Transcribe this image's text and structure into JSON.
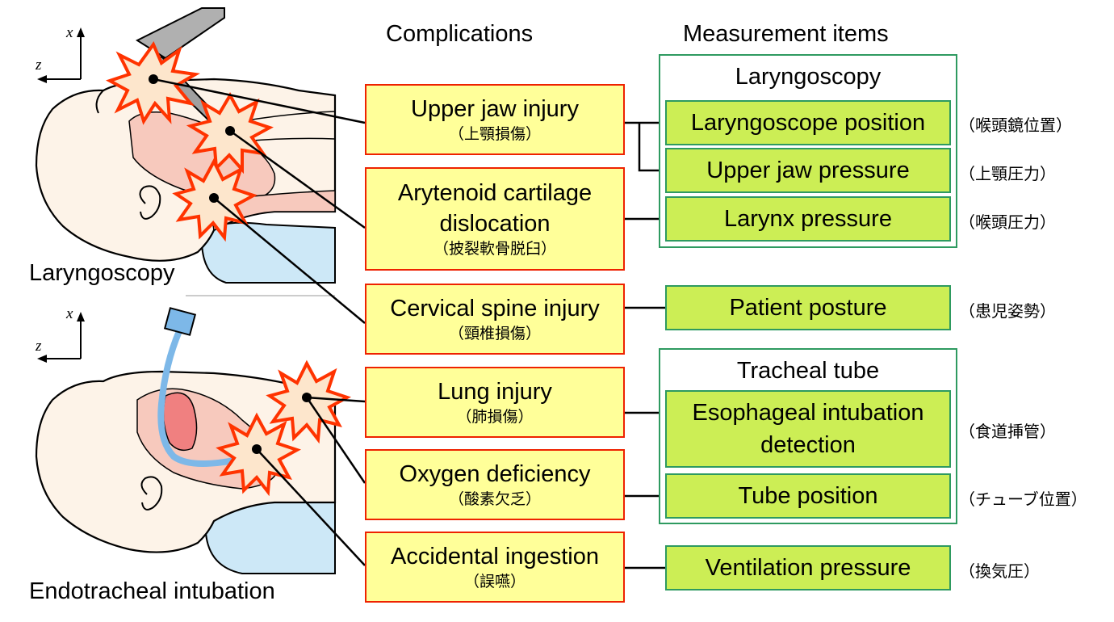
{
  "headings": {
    "complications": "Complications",
    "measurement": "Measurement items"
  },
  "panels": {
    "top": "Laryngoscopy",
    "bottom": "Endotracheal intubation"
  },
  "axes": {
    "x": "x",
    "z": "z"
  },
  "complications": [
    {
      "en": "Upper jaw injury",
      "jp": "（上顎損傷）"
    },
    {
      "en": "Arytenoid cartilage dislocation",
      "jp": "（披裂軟骨脱臼）"
    },
    {
      "en": "Cervical spine injury",
      "jp": "（頸椎損傷）"
    },
    {
      "en": "Lung injury",
      "jp": "（肺損傷）"
    },
    {
      "en": "Oxygen deficiency",
      "jp": "（酸素欠乏）"
    },
    {
      "en": "Accidental ingestion",
      "jp": "（誤嚥）"
    }
  ],
  "groups": {
    "laryngoscopy": "Laryngoscopy",
    "tracheal_tube": "Tracheal tube"
  },
  "measurements": [
    {
      "en": "Laryngoscope position",
      "jp": "（喉頭鏡位置）"
    },
    {
      "en": "Upper jaw pressure",
      "jp": "（上顎圧力）"
    },
    {
      "en": "Larynx pressure",
      "jp": "（喉頭圧力）"
    },
    {
      "en": "Patient posture",
      "jp": "（患児姿勢）"
    },
    {
      "en": "Esophageal intubation detection",
      "jp": "（食道挿管）"
    },
    {
      "en": "Tube position",
      "jp": "（チューブ位置）"
    },
    {
      "en": "Ventilation pressure",
      "jp": "（換気圧）"
    }
  ],
  "colors": {
    "complication_fill": "#ffff99",
    "complication_border": "#ee2200",
    "measure_fill": "#ccee55",
    "measure_border": "#2e9a60",
    "burst_red": "#ff3300",
    "burst_fill": "#fde6cc"
  }
}
